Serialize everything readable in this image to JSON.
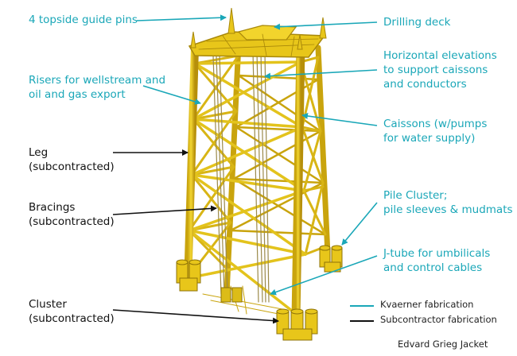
{
  "labels": {
    "guide_pins": "4 topside guide pins",
    "risers": "Risers for wellstream and\noil and gas export",
    "leg": "Leg\n(subcontracted)",
    "bracings": "Bracings\n(subcontracted)",
    "cluster": "Cluster\n(subcontracted)",
    "drilling_deck": "Drilling deck",
    "horizontal_elevations": "Horizontal elevations\nto support caissons\nand conductors",
    "caissons": "Caissons (w/pumps\nfor water supply)",
    "pile_cluster": "Pile Cluster;\npile sleeves & mudmats",
    "j_tube": "J-tube for umbilicals\nand control cables"
  },
  "legend": {
    "kvaerner": "Kvaerner fabrication",
    "subcontractor": "Subcontractor fabrication"
  },
  "caption": "Edvard Grieg Jacket",
  "colors": {
    "kvaerner": "#1aa7b8",
    "subcontractor": "#111111",
    "jacket": "#e8c61a",
    "jacket_dark": "#b8960c"
  }
}
